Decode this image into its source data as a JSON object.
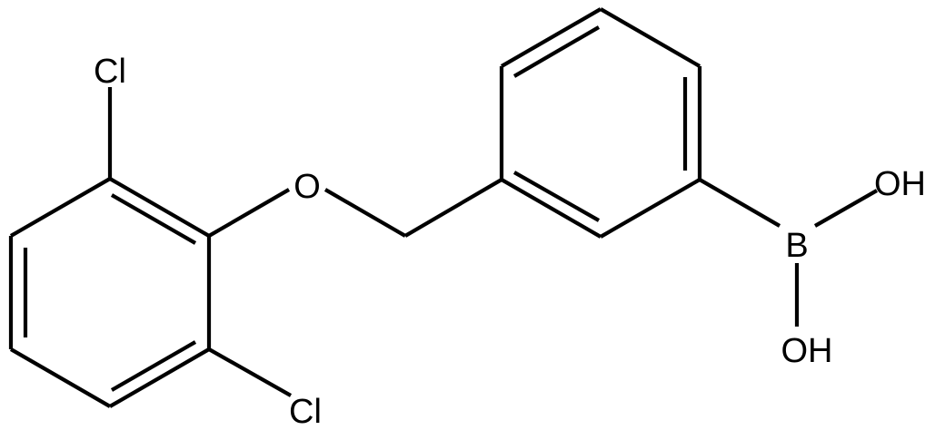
{
  "molecule": {
    "atoms": {
      "cl_top": "Cl",
      "cl_bottom": "Cl",
      "oxygen": "O",
      "boron": "B",
      "oh_upper": "OH",
      "oh_lower": "OH"
    }
  }
}
